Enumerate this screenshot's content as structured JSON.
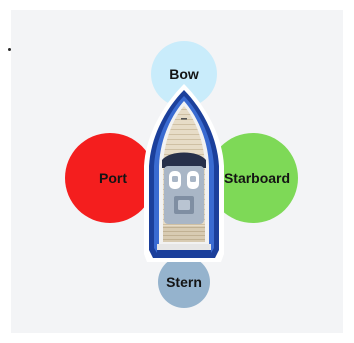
{
  "labels": {
    "bow": "Bow",
    "port": "Port",
    "starboard": "Starboard",
    "stern": "Stern"
  },
  "colors": {
    "bow": "#c9ecfb",
    "port": "#f41e1e",
    "starboard": "#7ed957",
    "stern": "#95b3cd",
    "hull": "#1b3f9b",
    "deck": "#e7dcc7",
    "cabin": "#a9b6c6"
  },
  "icons": {
    "boat": "boat-top-view-icon"
  }
}
